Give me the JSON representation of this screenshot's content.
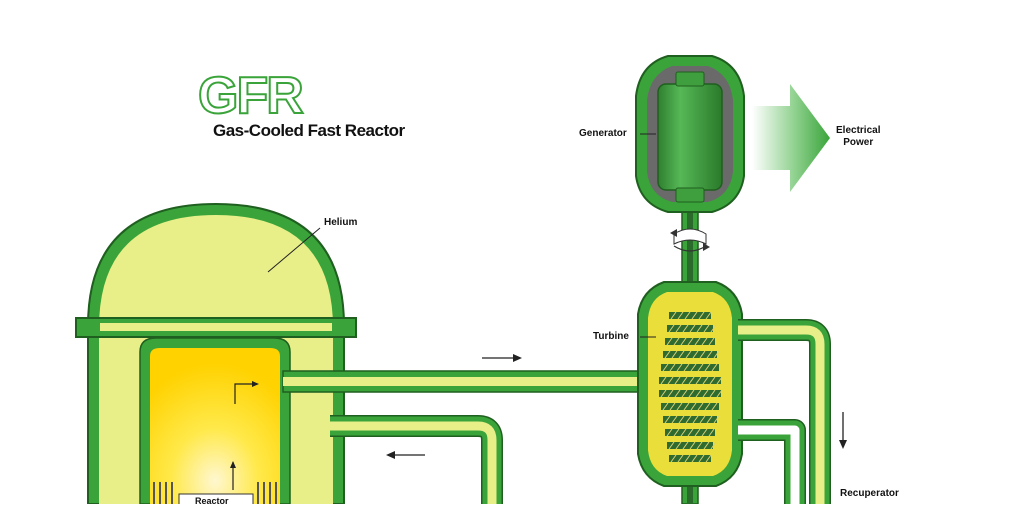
{
  "logo": {
    "acronym": "GFR",
    "name": "Gas-Cooled Fast Reactor"
  },
  "labels": {
    "helium": "Helium",
    "generator": "Generator",
    "electrical_power": "Electrical\nPower",
    "turbine": "Turbine",
    "recuperator": "Recuperator",
    "reactor": "Reactor"
  },
  "colors": {
    "vessel_green": "#3aa43a",
    "dark_outline": "#1f5f1f",
    "helium_fill": "#e8ef88",
    "core_yellow": "#ffd800",
    "generator_green": "#3f9f3f",
    "turbine_yellow": "#eadf3a"
  },
  "icons": [
    "flow-arrow-right",
    "flow-arrow-left",
    "flow-arrow-down",
    "flow-arrow-up",
    "power-arrow",
    "shaft-coupling"
  ]
}
